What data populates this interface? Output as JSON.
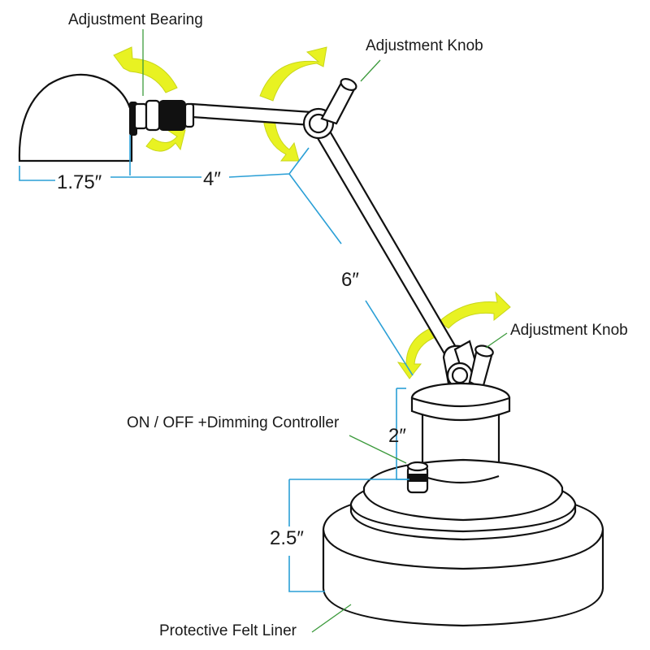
{
  "labels": {
    "adjustment_bearing": "Adjustment Bearing",
    "adjustment_knob_top": "Adjustment Knob",
    "adjustment_knob_bottom": "Adjustment Knob",
    "dimming_controller": "ON / OFF +Dimming Controller",
    "felt_liner": "Protective Felt Liner"
  },
  "dimensions": {
    "shade_width": "1.75″",
    "upper_arm": "4″",
    "lower_arm": "6″",
    "neck_height": "2″",
    "base_height": "2.5″"
  },
  "colors": {
    "dimension_line": "#2a9fd6",
    "leader_line": "#3c9a3c",
    "rotation_arrow": "#e8f222",
    "outline": "#111111"
  }
}
